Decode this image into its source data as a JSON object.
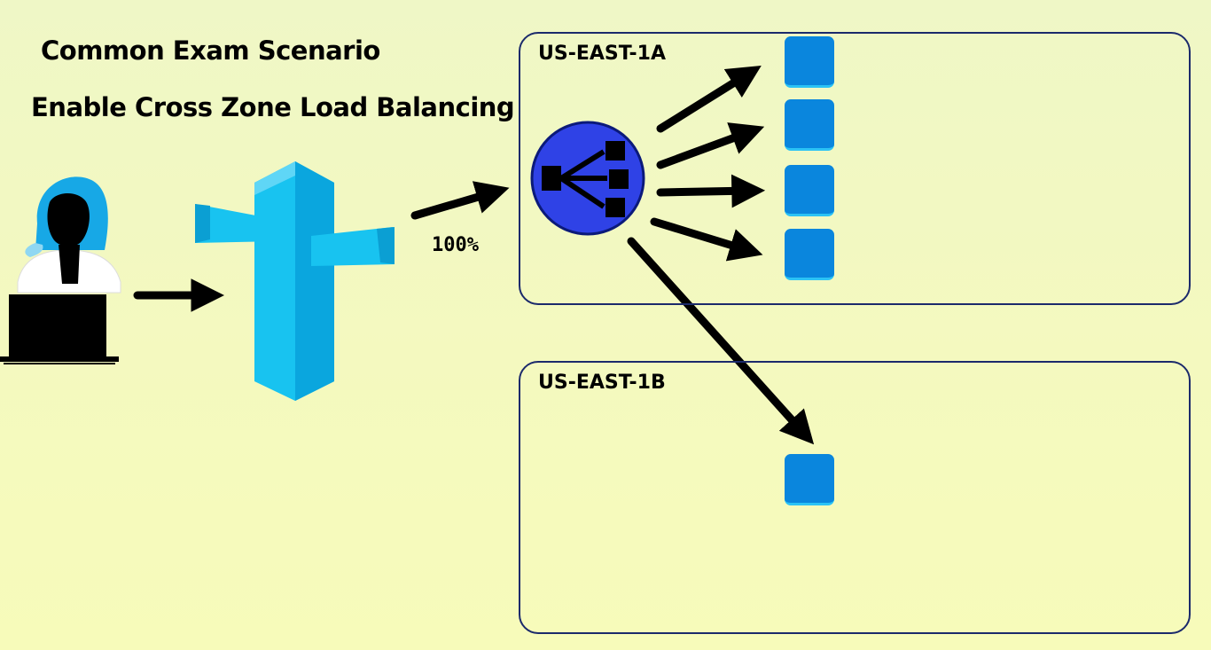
{
  "title": "Common Exam Scenario",
  "subtitle": "Enable Cross Zone Load Balancing",
  "traffic_label": "100%",
  "zones": [
    {
      "label": "US-EAST-1A",
      "instance_count": 4
    },
    {
      "label": "US-EAST-1B",
      "instance_count": 1
    }
  ],
  "colors": {
    "instance": "#0a86dd",
    "load_balancer": "#2f42e6",
    "dns_pillar": "#18c3f0",
    "zone_border": "#1b2a6b"
  },
  "icons": [
    "user-at-laptop-icon",
    "dns-routing-icon",
    "load-balancer-icon",
    "ec2-instance-icon"
  ]
}
